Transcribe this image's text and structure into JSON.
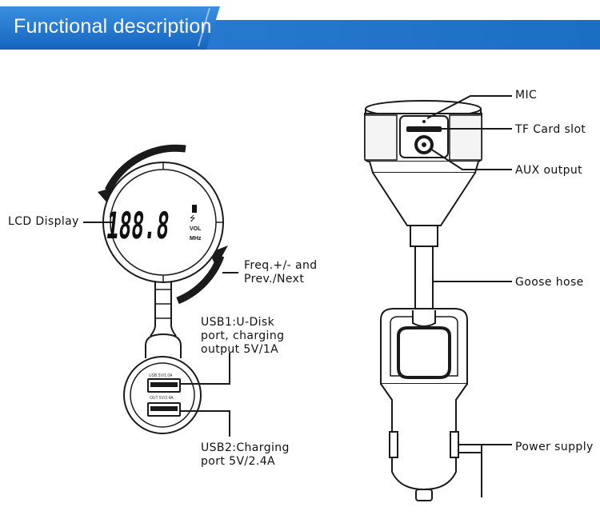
{
  "header": {
    "title": "Functional description",
    "accent_color": "#1f74c9"
  },
  "left_device": {
    "lcd": {
      "digits": "188.8",
      "vol": "VOL",
      "mhz": "MHz"
    },
    "usb_port_1_marking": "USB 5V/1.0A",
    "usb_port_2_marking": "OUT 5V/2.4A",
    "labels": {
      "lcd_display": "LCD Display",
      "freq_line1": "Freq.+/- and",
      "freq_line2": "Prev./Next",
      "usb1_line1": "USB1:U-Disk",
      "usb1_line2": "port, charging",
      "usb1_line3": "output 5V/1A",
      "usb2_line1": "USB2:Charging",
      "usb2_line2": "port 5V/2.4A"
    }
  },
  "right_device": {
    "labels": {
      "mic": "MIC",
      "tf_card": "TF Card slot",
      "aux": "AUX output",
      "goose": "Goose hose",
      "power": "Power supply"
    }
  }
}
